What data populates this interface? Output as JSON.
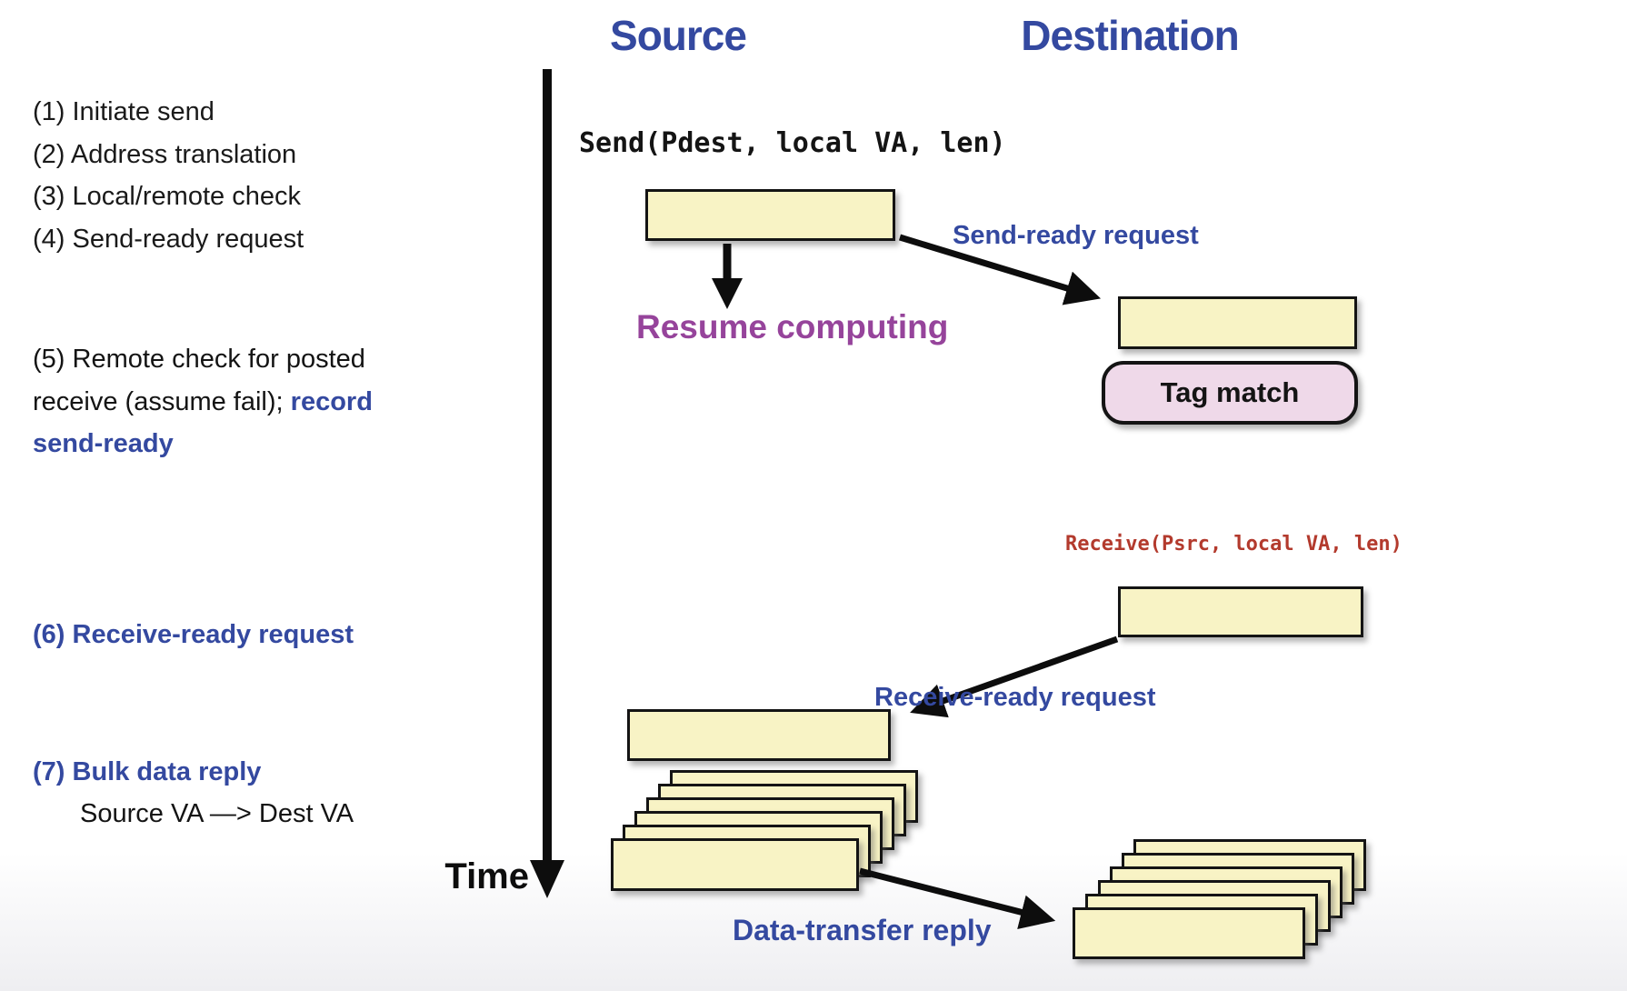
{
  "palette": {
    "accent_blue": "#3449A0",
    "purple": "#96449B",
    "red": "#B33A2D",
    "box_yellow": "#F8F3C5",
    "tag_pink": "#EFD9E9",
    "ink": "#141414"
  },
  "headers": {
    "source": "Source",
    "destination": "Destination"
  },
  "timeline": {
    "label": "Time"
  },
  "steps": {
    "list": [
      "(1) Initiate send",
      "(2) Address translation",
      "(3) Local/remote check",
      "(4) Send-ready request"
    ],
    "step5_plain": "(5) Remote check for posted receive (assume fail); ",
    "step5_emphasis": "record send-ready",
    "step6": "(6) Receive-ready request",
    "step7": "(7) Bulk data reply",
    "step7_detail": "Source VA —> Dest VA"
  },
  "source_lane": {
    "call": "Send(Pdest, local VA, len)",
    "resume": "Resume computing"
  },
  "destination_lane": {
    "call": "Receive(Psrc, local VA, len)",
    "tag_match": "Tag match"
  },
  "messages": {
    "send_ready": "Send-ready request",
    "receive_ready": "Receive-ready request",
    "data_transfer": "Data-transfer reply"
  }
}
